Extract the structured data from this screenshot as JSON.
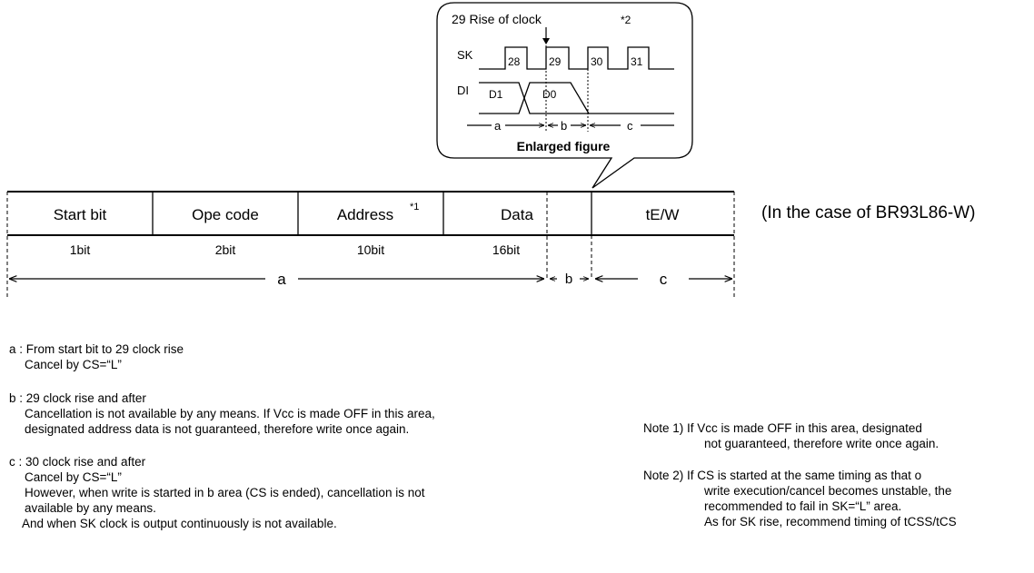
{
  "bubble": {
    "title": "29 Rise of clock",
    "title_ref": "*2",
    "sk_label": "SK",
    "di_label": "DI",
    "pulses": [
      "28",
      "29",
      "30",
      "31"
    ],
    "di_before": "D1",
    "di_after": "D0",
    "region_a": "a",
    "region_b": "b",
    "region_c": "c",
    "caption": "Enlarged figure"
  },
  "frame": {
    "cells": [
      "Start bit",
      "Ope code",
      "Address",
      "Data",
      "tE/W"
    ],
    "address_ref": "*1",
    "bits": [
      "1bit",
      "2bit",
      "10bit",
      "16bit"
    ],
    "region_a": "a",
    "region_b": "b",
    "region_c": "c",
    "case_label": "(In the case of BR93L86-W)"
  },
  "notes_left": {
    "a": {
      "head": "a : From start bit to 29 clock rise",
      "lines": [
        "Cancel by CS=“L”"
      ]
    },
    "b": {
      "head": "b : 29 clock rise and after",
      "lines": [
        "Cancellation is not available by any means. If Vcc is made OFF in this area,",
        "designated address data is not guaranteed, therefore write once again."
      ]
    },
    "c": {
      "head": "c : 30 clock rise and after",
      "lines": [
        "Cancel by CS=“L”",
        "However, when write is started in b area (CS is ended), cancellation is not",
        "available by any means.",
        "And when SK clock is output continuously is not available."
      ]
    }
  },
  "notes_right": {
    "note1": {
      "head": "Note 1)   If Vcc is made OFF in this area, designated",
      "lines": [
        "not guaranteed, therefore write once again."
      ]
    },
    "note2": {
      "head": "Note 2)   If CS is started at the same timing as that o",
      "lines": [
        "write execution/cancel becomes unstable, the",
        "recommended to fail in SK=“L” area.",
        "As for SK rise, recommend timing of tCSS/tCS"
      ]
    }
  }
}
